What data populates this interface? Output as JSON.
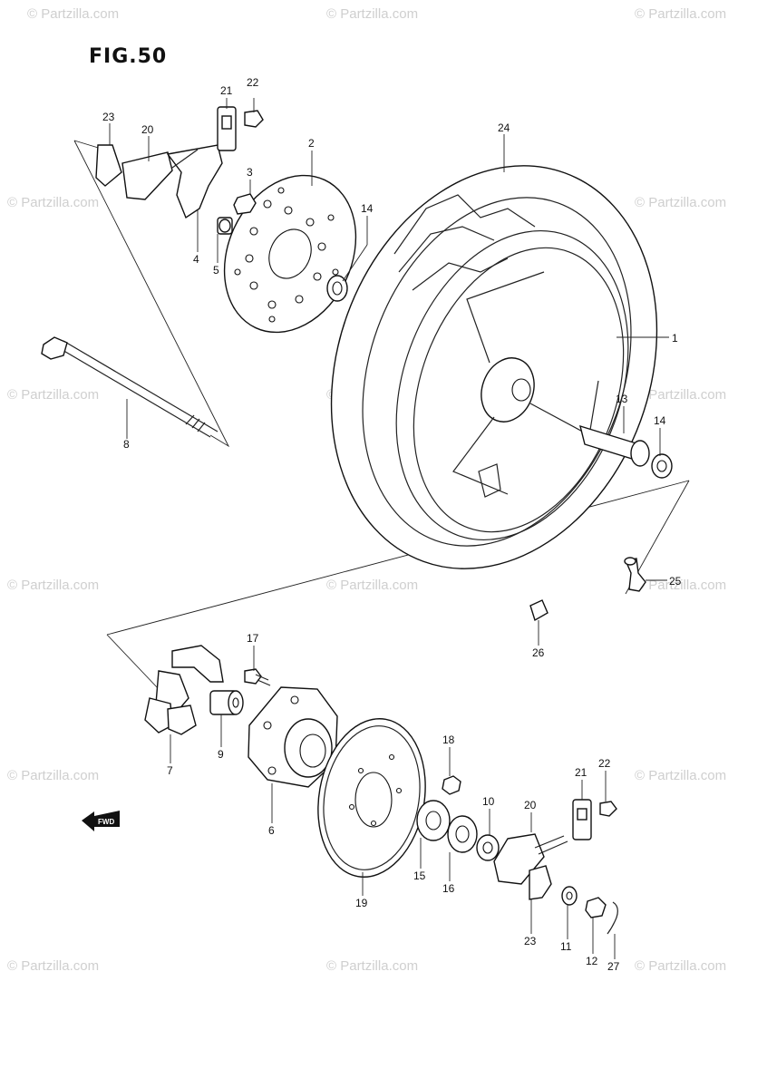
{
  "figure_title": "FIG.50",
  "watermark": "© Partzilla.com",
  "direction_badge": "FWD",
  "callouts": [
    {
      "id": "c1",
      "text": "1"
    },
    {
      "id": "c2",
      "text": "2"
    },
    {
      "id": "c3",
      "text": "3"
    },
    {
      "id": "c4",
      "text": "4"
    },
    {
      "id": "c5",
      "text": "5"
    },
    {
      "id": "c6",
      "text": "6"
    },
    {
      "id": "c7",
      "text": "7"
    },
    {
      "id": "c8",
      "text": "8"
    },
    {
      "id": "c9",
      "text": "9"
    },
    {
      "id": "c10",
      "text": "10"
    },
    {
      "id": "c11",
      "text": "11"
    },
    {
      "id": "c12",
      "text": "12"
    },
    {
      "id": "c13",
      "text": "13"
    },
    {
      "id": "c14a",
      "text": "14"
    },
    {
      "id": "c14b",
      "text": "14"
    },
    {
      "id": "c15",
      "text": "15"
    },
    {
      "id": "c16",
      "text": "16"
    },
    {
      "id": "c17",
      "text": "17"
    },
    {
      "id": "c18",
      "text": "18"
    },
    {
      "id": "c19",
      "text": "19"
    },
    {
      "id": "c20a",
      "text": "20"
    },
    {
      "id": "c20b",
      "text": "20"
    },
    {
      "id": "c21a",
      "text": "21"
    },
    {
      "id": "c21b",
      "text": "21"
    },
    {
      "id": "c22a",
      "text": "22"
    },
    {
      "id": "c22b",
      "text": "22"
    },
    {
      "id": "c23a",
      "text": "23"
    },
    {
      "id": "c23b",
      "text": "23"
    },
    {
      "id": "c24",
      "text": "24"
    },
    {
      "id": "c25",
      "text": "25"
    },
    {
      "id": "c26",
      "text": "26"
    },
    {
      "id": "c27",
      "text": "27"
    }
  ]
}
